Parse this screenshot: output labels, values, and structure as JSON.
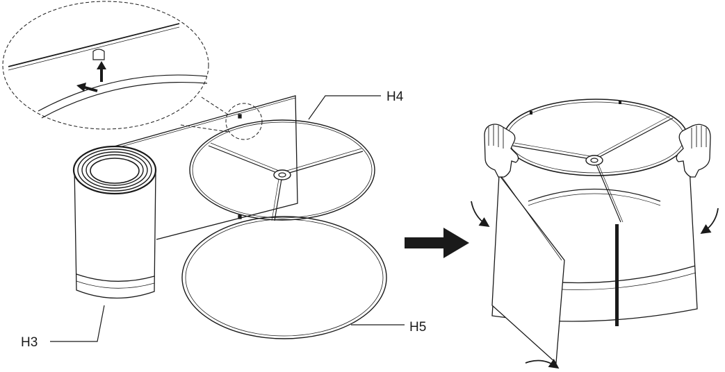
{
  "labels": {
    "h3": "H3",
    "h4": "H4",
    "h5": "H5"
  },
  "colors": {
    "line": "#1a1a1a",
    "background": "#ffffff"
  },
  "icons": [
    "up-arrow-icon",
    "left-arrow-icon",
    "right-arrow-icon",
    "curved-arrow-icon",
    "hand-icon"
  ]
}
